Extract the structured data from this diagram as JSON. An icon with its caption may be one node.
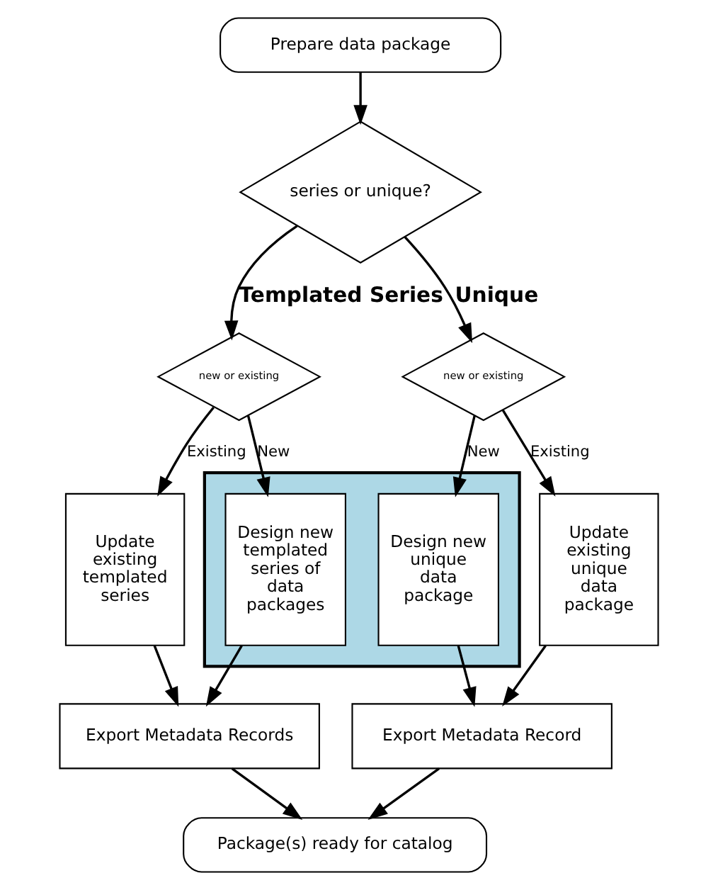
{
  "diagram": {
    "nodes": [
      {
        "text": [
          "Prepare data package"
        ]
      },
      {
        "text": [
          "series or unique?"
        ]
      },
      {
        "text": [
          "new or existing"
        ]
      },
      {
        "text": [
          "new or existing"
        ]
      },
      {
        "text": [
          "Update existing templated series"
        ]
      },
      {
        "text": [],
        "shape": "box"
      },
      {
        "text": [
          "Design new templated series of data packages"
        ],
        "in": 5
      },
      {
        "text": [
          "Design new unique data package"
        ],
        "in": 5
      },
      {
        "text": [
          "Update existing unique data package"
        ]
      },
      {
        "text": [
          "Export Metadata Records"
        ]
      },
      {
        "text": [
          "Export Metadata Record"
        ]
      },
      {
        "text": [
          "Package(s) ready for catalog"
        ]
      }
    ],
    "edges": [
      {
        "from": 0,
        "to": 1,
        "arrow": "to"
      },
      {
        "from": 1,
        "to": 2,
        "arrow": "to",
        "label": "Templated Series"
      },
      {
        "from": 1,
        "to": 3,
        "arrow": "to",
        "label": "Unique"
      },
      {
        "from": 2,
        "to": 4,
        "arrow": "to",
        "label": "Existing"
      },
      {
        "from": 2,
        "to": 6,
        "arrow": "to",
        "label": "New"
      },
      {
        "from": 3,
        "to": 7,
        "arrow": "to",
        "label": "New"
      },
      {
        "from": 3,
        "to": 8,
        "arrow": "to",
        "label": "Existing"
      },
      {
        "from": 4,
        "to": 9,
        "arrow": "to"
      },
      {
        "from": 6,
        "to": 9,
        "arrow": "to"
      },
      {
        "from": 7,
        "to": 10,
        "arrow": "to"
      },
      {
        "from": 8,
        "to": 10,
        "arrow": "to"
      },
      {
        "from": 9,
        "to": 11,
        "arrow": "to"
      },
      {
        "from": 10,
        "to": 11,
        "arrow": "to"
      }
    ]
  }
}
